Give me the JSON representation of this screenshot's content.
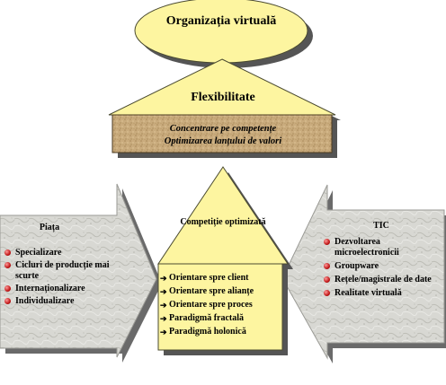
{
  "top": {
    "title": "Organizația virtuală"
  },
  "tier": {
    "title": "Flexibilitate"
  },
  "band": {
    "line1": "Concentrare pe competențe",
    "line2": "Optimizarea lanțului de valori"
  },
  "center": {
    "title": "Competiție optimizată"
  },
  "left": {
    "title": "Piața",
    "items": [
      "Specializare",
      "Cicluri de producție mai scurte",
      "Internaționalizare",
      "Individualizare"
    ]
  },
  "right": {
    "title": "TIC",
    "items": [
      "Dezvoltarea microelectronicii",
      "Groupware",
      "Rețele/magistrale de date",
      "Realitate virtuală"
    ]
  },
  "mid": {
    "items": [
      "Orientare spre client",
      "Orientare spre alianțe",
      "Orientare spre proces",
      "Paradigmă fractală",
      "Paradigmă holonică"
    ]
  },
  "colors": {
    "shape_fill": "#fdf5a0",
    "band_fill": "#c9ab7d",
    "gray_arrow": "#d7d7d2",
    "bullet": "#c01818",
    "shadow": "#555555"
  },
  "icons": {
    "left_bullets": "red-dot-icon",
    "right_bullets": "red-dot-icon",
    "mid_bullets": "arrow-bullet-icon"
  }
}
